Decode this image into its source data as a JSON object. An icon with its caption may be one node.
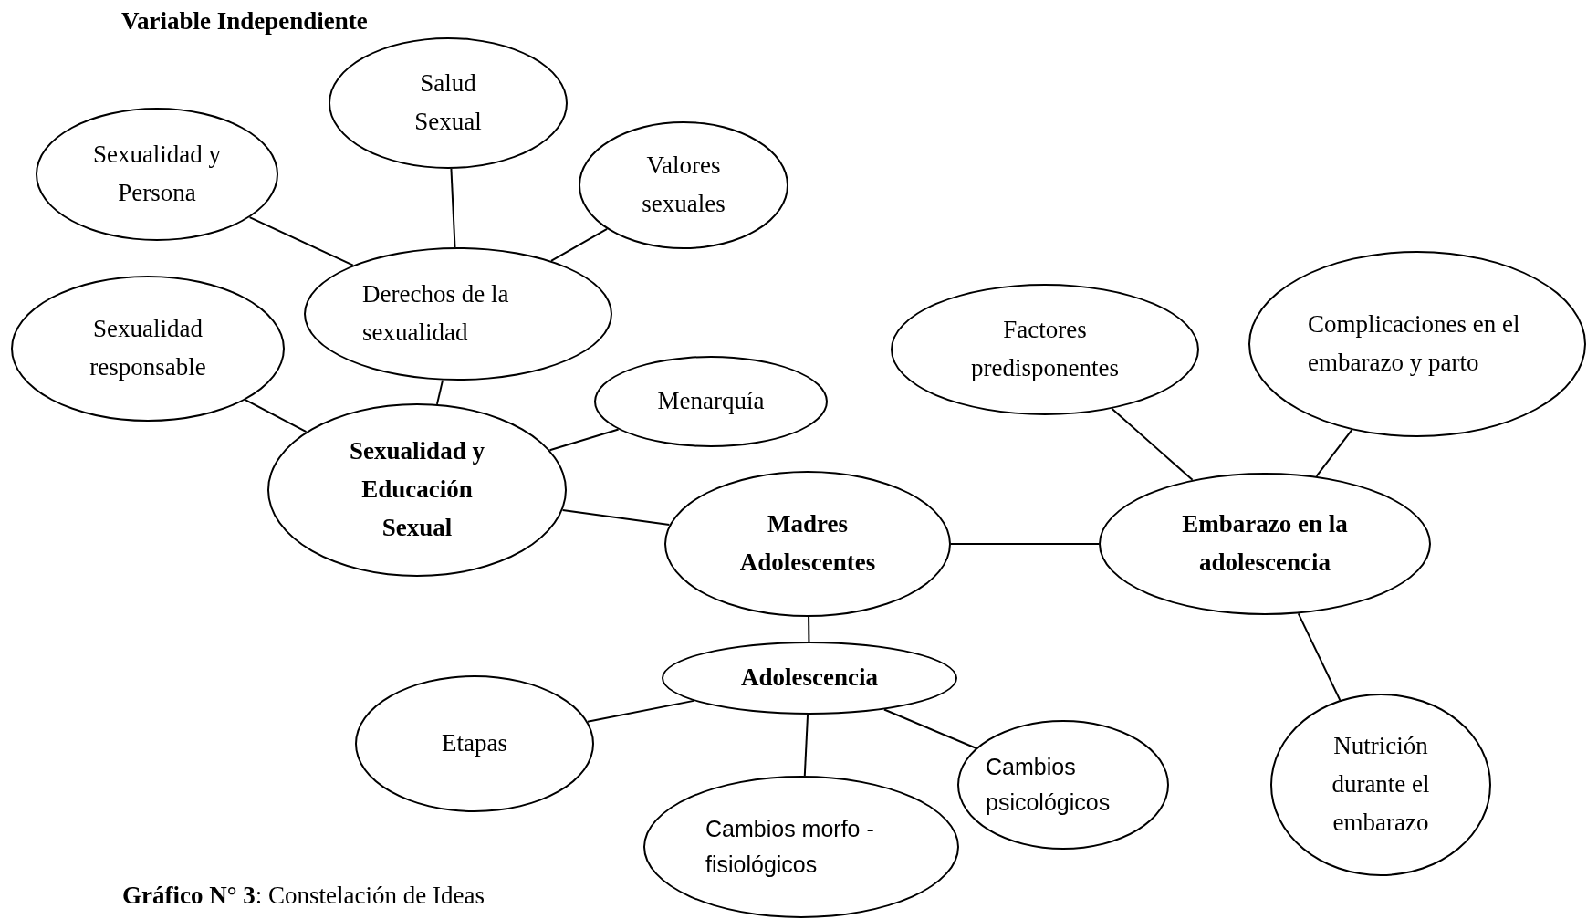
{
  "diagram": {
    "title": "Variable Independiente",
    "caption": "**Gráfico N° 3**: Constelación de Ideas",
    "nodes": [
      {
        "text": [
          "Salud Sexual"
        ]
      },
      {
        "text": [
          "Sexualidad y Persona"
        ]
      },
      {
        "text": [
          "Valores sexuales"
        ]
      },
      {
        "text": [
          "Derechos de la sexualidad"
        ]
      },
      {
        "text": [
          "Sexualidad responsable"
        ]
      },
      {
        "text": [
          "Menarquía"
        ]
      },
      {
        "text": [
          "Sexualidad y Educación Sexual"
        ]
      },
      {
        "text": [
          "Factores predisponentes"
        ]
      },
      {
        "text": [
          "Complicaciones en el embarazo y parto"
        ]
      },
      {
        "text": [
          "Madres Adolescentes"
        ]
      },
      {
        "text": [
          "Embarazo en la adolescencia"
        ]
      },
      {
        "text": [
          "Adolescencia"
        ]
      },
      {
        "text": [
          "Etapas"
        ]
      },
      {
        "text": [
          "Cambios psicológicos"
        ]
      },
      {
        "text": [
          "Nutrición durante el embarazo"
        ]
      },
      {
        "text": [
          "Cambios morfo -fisiológicos"
        ]
      }
    ],
    "edges": [
      {
        "from": 1,
        "to": 3,
        "arrow": "none"
      },
      {
        "from": 0,
        "to": 3,
        "arrow": "none"
      },
      {
        "from": 2,
        "to": 3,
        "arrow": "none"
      },
      {
        "from": 3,
        "to": 6,
        "arrow": "none"
      },
      {
        "from": 4,
        "to": 6,
        "arrow": "none"
      },
      {
        "from": 5,
        "to": 6,
        "arrow": "none"
      },
      {
        "from": 6,
        "to": 9,
        "arrow": "none"
      },
      {
        "from": 9,
        "to": 10,
        "arrow": "none"
      },
      {
        "from": 7,
        "to": 10,
        "arrow": "none"
      },
      {
        "from": 8,
        "to": 10,
        "arrow": "none"
      },
      {
        "from": 9,
        "to": 11,
        "arrow": "none"
      },
      {
        "from": 11,
        "to": 12,
        "arrow": "none"
      },
      {
        "from": 11,
        "to": 15,
        "arrow": "none"
      },
      {
        "from": 11,
        "to": 13,
        "arrow": "none"
      },
      {
        "from": 10,
        "to": 14,
        "arrow": "none"
      }
    ]
  }
}
